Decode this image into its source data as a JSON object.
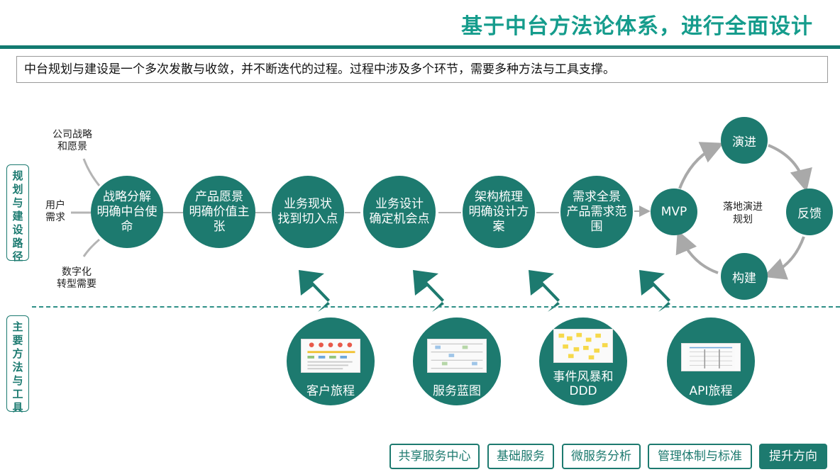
{
  "header": {
    "title": "基于中台方法论体系，进行全面设计"
  },
  "intro": {
    "text": "中台规划与建设是一个多次发散与收敛，并不断迭代的过程。过程中涉及多个环节，需要多种方法与工具支撑。"
  },
  "side_labels": {
    "planning": [
      "规",
      "划",
      "与",
      "建",
      "设",
      "路",
      "径"
    ],
    "methods": [
      "主",
      "要",
      "方",
      "法",
      "与",
      "工",
      "具"
    ]
  },
  "inputs": {
    "strategy": [
      "公司战略",
      "和愿景"
    ],
    "user": [
      "用户",
      "需求"
    ],
    "digital": [
      "数字化",
      "转型需要"
    ]
  },
  "steps": [
    {
      "lines": [
        "战略分解",
        "明确中台使",
        "命"
      ]
    },
    {
      "lines": [
        "产品愿景",
        "明确价值主",
        "张"
      ]
    },
    {
      "lines": [
        "业务现状",
        "找到切入点"
      ]
    },
    {
      "lines": [
        "业务设计",
        "确定机会点"
      ]
    },
    {
      "lines": [
        "架构梳理",
        "明确设计方",
        "案"
      ]
    },
    {
      "lines": [
        "需求全景",
        "产品需求范",
        "围"
      ]
    }
  ],
  "loop": {
    "mvp": "MVP",
    "evolve": "演进",
    "feedback": "反馈",
    "build": "构建",
    "center": [
      "落地演进",
      "规划"
    ]
  },
  "tools": [
    {
      "lines": [
        "客户旅程"
      ]
    },
    {
      "lines": [
        "服务蓝图"
      ]
    },
    {
      "lines": [
        "事件风暴和",
        "DDD"
      ]
    },
    {
      "lines": [
        "API旅程"
      ]
    }
  ],
  "bottom_tabs": [
    {
      "label": "共享服务中心",
      "active": false
    },
    {
      "label": "基础服务",
      "active": false
    },
    {
      "label": "微服务分析",
      "active": false
    },
    {
      "label": "管理体制与标准",
      "active": false
    },
    {
      "label": "提升方向",
      "active": true
    }
  ],
  "colors": {
    "primary": "#1d7a6f",
    "title": "#159c8c",
    "arrow": "#a9a9a9"
  }
}
